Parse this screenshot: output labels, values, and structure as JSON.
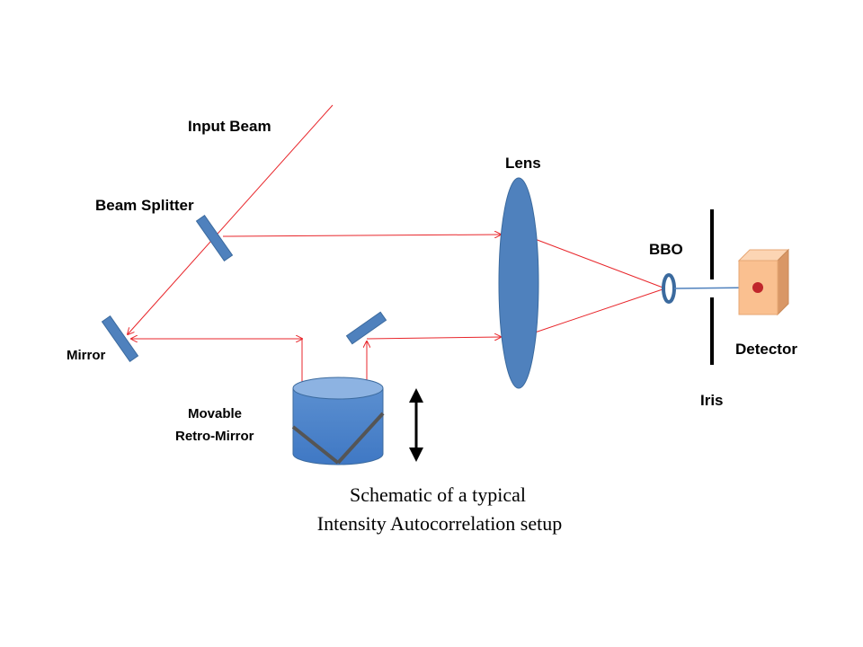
{
  "labels": {
    "input_beam": "Input Beam",
    "beam_splitter": "Beam Splitter",
    "mirror": "Mirror",
    "movable_line1": "Movable",
    "movable_line2": "Retro-Mirror",
    "lens": "Lens",
    "bbo": "BBO",
    "iris": "Iris",
    "detector": "Detector"
  },
  "caption": {
    "line1": "Schematic of a typical",
    "line2": "Intensity Autocorrelation setup"
  },
  "colors": {
    "beam": "#e8262b",
    "optic": "#4f81bd",
    "detector_face": "#fac090",
    "detector_dot": "#c0262b"
  }
}
